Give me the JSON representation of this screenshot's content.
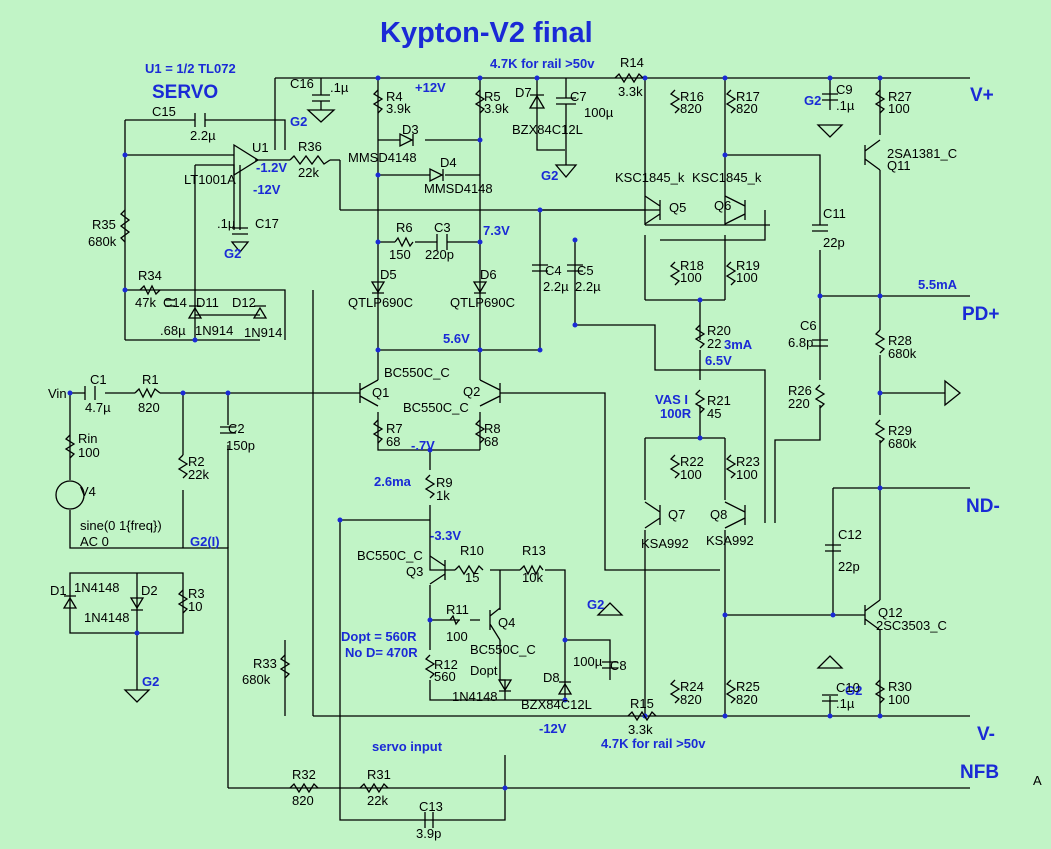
{
  "title": "Kypton-V2 final",
  "servo": {
    "note": "U1 = 1/2 TL072",
    "label": "SERVO"
  },
  "rails": {
    "vplus": "V+",
    "pdplus": "PD+",
    "ndminus": "ND-",
    "vminus": "V-",
    "nfb": "NFB",
    "corner": "A"
  },
  "notes": {
    "r14_note": "4.7K for rail >50v",
    "r15_note": "4.7K for rail >50v",
    "plus12": "+12V",
    "v_7_3": "7.3V",
    "v_5_6": "5.6V",
    "v_neg_7": "-.7V",
    "i_2_6": "2.6ma",
    "v_neg_3_3": "-3.3V",
    "dopt": "Dopt = 560R",
    "nod": "No D= 470R",
    "vas1": "VAS I",
    "vas2": "100R",
    "i_3": "3mA",
    "v_6_5": "6.5V",
    "i_5_5": "5.5mA",
    "servo_input": "servo input",
    "neg12_a": "-12V",
    "neg12_b": "-12V",
    "u1_neg12": "-1.2V",
    "g2_c16": "G2",
    "g2_c17": "G2",
    "g2_d7": "G2",
    "g2_c9": "G2",
    "g2_c8": "G2",
    "g2_c10": "G2",
    "g2_d1": "G2",
    "g2_i": "G2(I)"
  },
  "components": {
    "c16": [
      "C16",
      ".1µ"
    ],
    "c15": [
      "C15",
      "2.2µ"
    ],
    "u1": [
      "U1",
      "LT1001A"
    ],
    "r36": [
      "R36",
      "22k"
    ],
    "r35": [
      "R35",
      "680k"
    ],
    "c17": [
      ".1µ",
      "C17"
    ],
    "r34": [
      "R34",
      "47k"
    ],
    "c14": [
      "C14",
      ".68µ"
    ],
    "d11": [
      "D11",
      "1N914"
    ],
    "d12": [
      "D12",
      "1N914"
    ],
    "r4": [
      "R4",
      "3.9k"
    ],
    "r5": [
      "R5",
      "3.9k"
    ],
    "d7": [
      "D7",
      "BZX84C12L"
    ],
    "c7": [
      "C7",
      "100µ"
    ],
    "r14": [
      "R14",
      "3.3k"
    ],
    "d3": [
      "D3",
      "MMSD4148"
    ],
    "d4": [
      "D4",
      "MMSD4148"
    ],
    "r6": [
      "R6",
      "150"
    ],
    "c3": [
      "C3",
      "220p"
    ],
    "d5": [
      "D5",
      "QTLP690C"
    ],
    "d6": [
      "D6",
      "QTLP690C"
    ],
    "c4": [
      "C4",
      "2.2µ"
    ],
    "c5": [
      "C5",
      "2.2µ"
    ],
    "r16": [
      "R16",
      "820"
    ],
    "r17": [
      "R17",
      "820"
    ],
    "c9": [
      "C9",
      ".1µ"
    ],
    "r27": [
      "R27",
      "100"
    ],
    "q11": [
      "2SA1381_C",
      "Q11"
    ],
    "q5": [
      "KSC1845_k",
      "Q5"
    ],
    "q6": [
      "KSC1845_k",
      "Q6"
    ],
    "c11": [
      "C11",
      "22p"
    ],
    "r18": [
      "R18",
      "100"
    ],
    "r19": [
      "R19",
      "100"
    ],
    "r20": [
      "R20",
      "22"
    ],
    "c6": [
      "C6",
      "6.8p"
    ],
    "r28": [
      "R28",
      "680k"
    ],
    "r26": [
      "R26",
      "220"
    ],
    "r21": [
      "R21",
      "45"
    ],
    "r29": [
      "R29",
      "680k"
    ],
    "c1": [
      "C1",
      "4.7µ"
    ],
    "r1": [
      "R1",
      "820"
    ],
    "vin": "Vin",
    "rin": [
      "Rin",
      "100"
    ],
    "v4": [
      "V4",
      "sine(0 1{freq})",
      "AC 0"
    ],
    "c2": [
      "C2",
      "150p"
    ],
    "r2": [
      "R2",
      "22k"
    ],
    "q1": [
      "Q1",
      "BC550C_C"
    ],
    "q2": [
      "Q2",
      "BC550C_C"
    ],
    "r7": [
      "R7",
      "68"
    ],
    "r8": [
      "R8",
      "68"
    ],
    "r9": [
      "R9",
      "1k"
    ],
    "r22": [
      "R22",
      "100"
    ],
    "r23": [
      "R23",
      "100"
    ],
    "q7": [
      "Q7",
      "KSA992"
    ],
    "q8": [
      "Q8",
      "KSA992"
    ],
    "c12": [
      "C12",
      "22p"
    ],
    "d1": [
      "D1",
      "1N4148"
    ],
    "d2": [
      "D2",
      "1N4148"
    ],
    "r3": [
      "R3",
      "10"
    ],
    "q3": [
      "BC550C_C",
      "Q3"
    ],
    "r10": [
      "R10",
      "15"
    ],
    "r13": [
      "R13",
      "10k"
    ],
    "r11": [
      "R11",
      "100"
    ],
    "q4": [
      "Q4",
      "BC550C_C"
    ],
    "r12": [
      "R12",
      "560"
    ],
    "dopt_d": [
      "Dopt",
      "1N4148"
    ],
    "d8": [
      "D8",
      "BZX84C12L"
    ],
    "c8": [
      "100µ",
      "C8"
    ],
    "q12": [
      "Q12",
      "2SC3503_C"
    ],
    "r33": [
      "R33",
      "680k"
    ],
    "r24": [
      "R24",
      "820"
    ],
    "r25": [
      "R25",
      "820"
    ],
    "c10": [
      "C10",
      ".1µ"
    ],
    "r30": [
      "R30",
      "100"
    ],
    "r15": [
      "R15",
      "3.3k"
    ],
    "r32": [
      "R32",
      "820"
    ],
    "r31": [
      "R31",
      "22k"
    ],
    "c13": [
      "C13",
      "3.9p"
    ]
  }
}
